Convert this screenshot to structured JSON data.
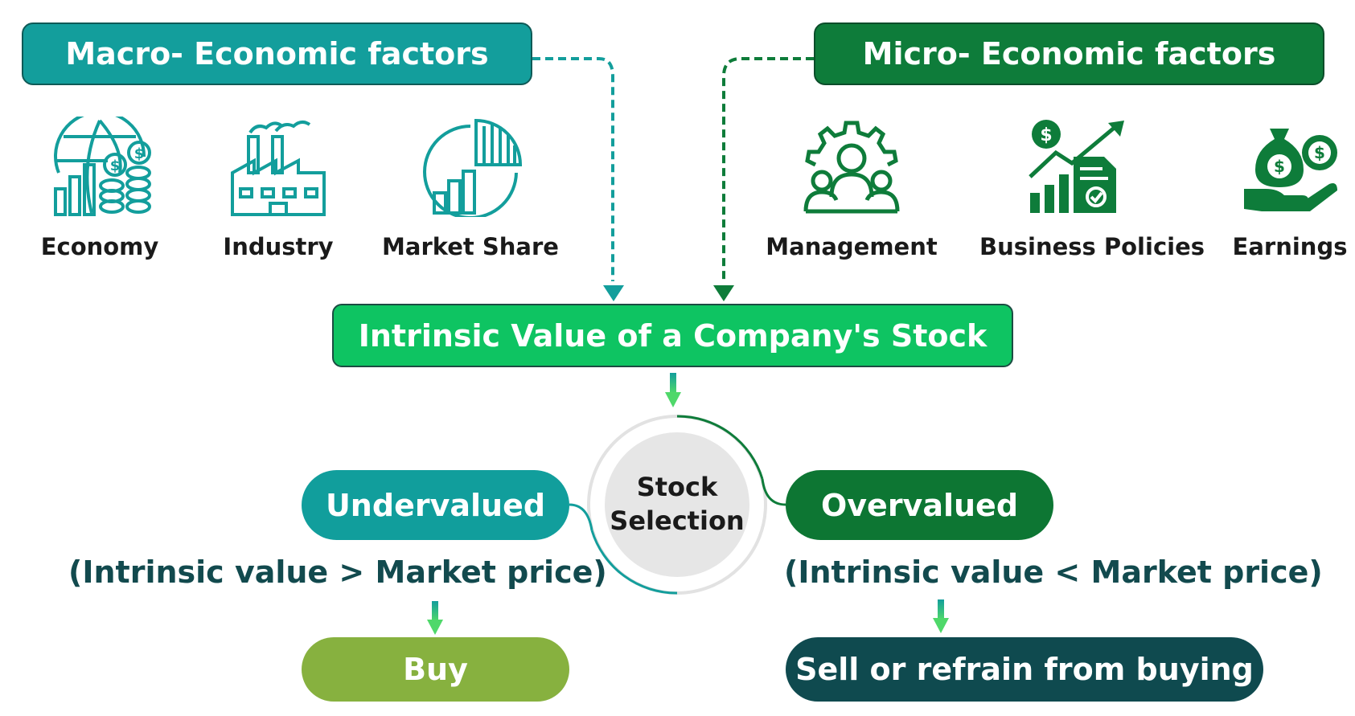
{
  "macro": {
    "title": "Macro- Economic factors",
    "factors": [
      {
        "label": "Economy",
        "icon": "globe-coins-icon"
      },
      {
        "label": "Industry",
        "icon": "factory-icon"
      },
      {
        "label": "Market Share",
        "icon": "pie-bar-chart-icon"
      }
    ]
  },
  "micro": {
    "title": "Micro- Economic factors",
    "factors": [
      {
        "label": "Management",
        "icon": "gear-team-icon"
      },
      {
        "label": "Business Policies",
        "icon": "growth-certificate-icon"
      },
      {
        "label": "Earnings",
        "icon": "hand-money-icon"
      }
    ]
  },
  "intrinsic": {
    "title": "Intrinsic Value of a Company's Stock"
  },
  "selection": {
    "line1": "Stock",
    "line2": "Selection"
  },
  "under": {
    "label": "Undervalued",
    "condition": "(Intrinsic value > Market price)",
    "action": "Buy"
  },
  "over": {
    "label": "Overvalued",
    "condition": "(Intrinsic value < Market price)",
    "action": "Sell or refrain from buying"
  },
  "colors": {
    "teal": "#139e9c",
    "dark_green": "#0e7c3a",
    "bright_green": "#0ec462",
    "olive": "#87b13f",
    "dark_teal": "#0f4a4f",
    "text_dark": "#124a4e"
  }
}
